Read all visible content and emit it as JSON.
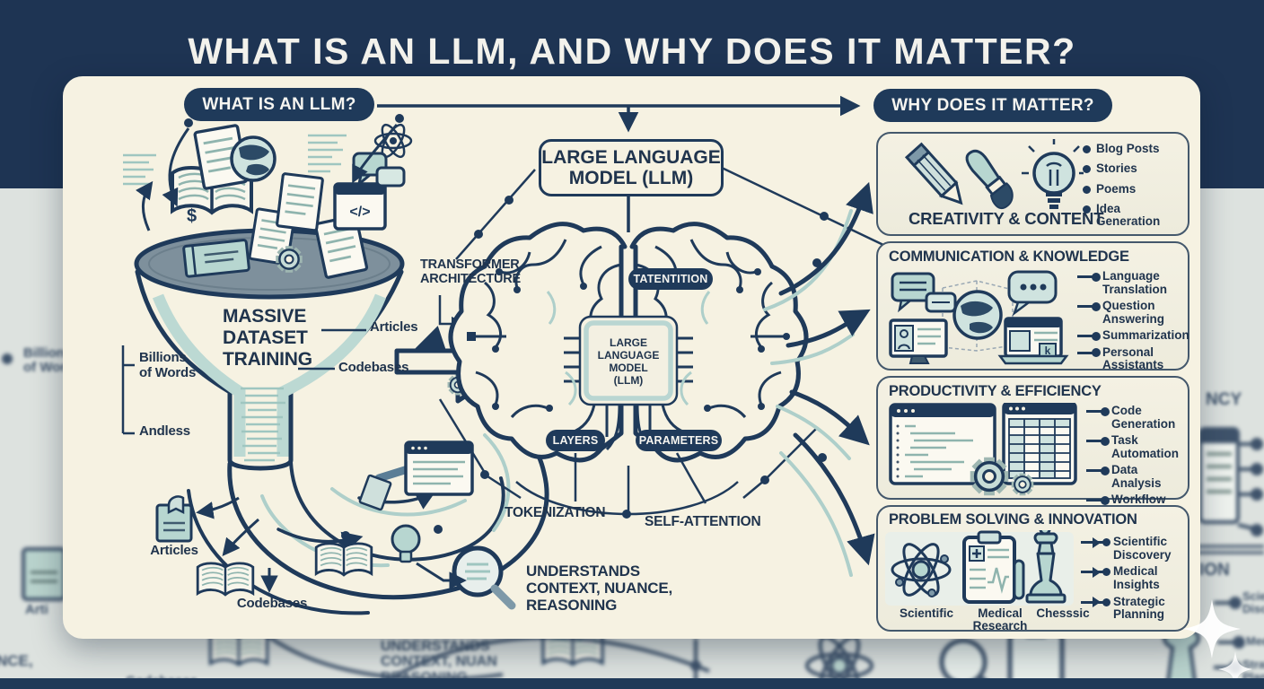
{
  "page": {
    "title": "WHAT IS AN LLM, AND WHY DOES IT MATTER?"
  },
  "badges": {
    "left": "WHAT IS AN LLM?",
    "right": "WHY DOES IT MATTER?"
  },
  "funnel": {
    "title": "MASSIVE\nDATASET\nTRAINING",
    "label_billions": "Billions\nof Words",
    "label_andless": "Andless",
    "label_articles_side": "Articles",
    "label_codebases_side": "Codebases",
    "label_articles_out": "Articles",
    "label_codebases_out": "Codebases",
    "dollar_glyph": "$",
    "code_glyph": "</>"
  },
  "model": {
    "top_box": "LARGE LANGUAGE\nMODEL (LLM)",
    "chip": "LARGE\nLANGUAGE\nMODEL\n(LLM)",
    "pill_attention": "TATENTITION",
    "pill_layers": "LAYERS",
    "pill_parameters": "PARAMETERS",
    "label_transformer": "TRANSFORMER\nARCHITECTURE",
    "label_tokenization": "TOKENIZATION",
    "label_self_attention": "SELF-ATTENTION",
    "label_understands": "UNDERSTANDS\nCONTEXT, NUANCE,\nREASONING"
  },
  "benefits": {
    "creativity": {
      "title": "CREATIVITY & CONTENT",
      "items": [
        "Blog Posts",
        "Stories",
        "Poems",
        "Idea\nGeneration"
      ]
    },
    "communication": {
      "title": "COMMUNICATION & KNOWLEDGE",
      "items": [
        "Language\nTranslation",
        "Question\nAnswering",
        "Summarization",
        "Personal\nAssistants"
      ],
      "laptop_key": "k"
    },
    "productivity": {
      "title": "PRODUCTIVITY & EFFICIENCY",
      "items": [
        "Code\nGeneration",
        "Task Automation",
        "Data Analysis",
        "Workflow\nOptimization"
      ]
    },
    "problem_solving": {
      "title": "PROBLEM SOLVING & INNOVATION",
      "items": [
        "Scientific\nDiscovery",
        "Medical Insights",
        "Strategic\nPlanning"
      ],
      "captions": [
        "Scientific",
        "Medical\nResearch",
        "Chesssic"
      ]
    }
  },
  "background": {
    "left_words": "Billions\nof Word",
    "left_doc": "Arti",
    "right_top": "NCY",
    "right_mid": "ION",
    "right_item1": "Scien\nDisco",
    "right_item2": "Medi",
    "right_item3": "Strat\nPlan",
    "bottom_text": "UNDERSTANDS\nCONTEXT, NUAN\nREASONING",
    "bottom_label": "Codebases",
    "bottom_left": "NCE,"
  },
  "colors": {
    "navy": "#1f3a5a",
    "cream": "#f6f2e2",
    "teal": "#bcd9d3",
    "slate": "#7e909c"
  }
}
